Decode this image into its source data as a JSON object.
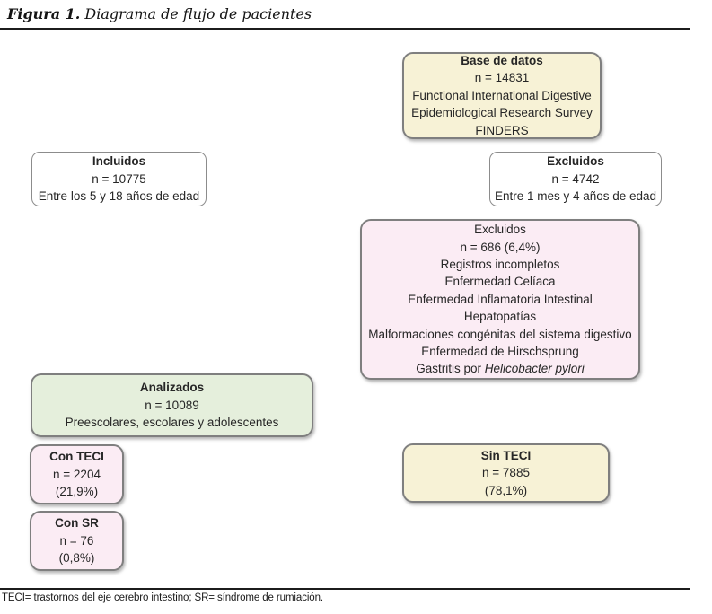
{
  "figure": {
    "label": "Figura 1.",
    "title": "Diagrama de flujo de pacientes",
    "footnote": "TECI= trastornos del eje cerebro intestino; SR= síndrome de rumiación."
  },
  "colors": {
    "cream_fill": "#f7f2d6",
    "pink_fill": "#fbecf4",
    "green_fill": "#e5efdc",
    "white_fill": "#ffffff",
    "box_border": "#7f7f7f",
    "text": "#262626"
  },
  "boxes": {
    "base_datos": {
      "title": "Base de datos",
      "lines": [
        "n = 14831",
        "Functional International Digestive",
        "Epidemiological Research Survey",
        "FINDERS"
      ]
    },
    "incluidos": {
      "title": "Incluidos",
      "lines": [
        "n = 10775",
        "Entre los 5 y 18 años de edad"
      ]
    },
    "excluidos_edad": {
      "title": "Excluidos",
      "lines": [
        "n = 4742",
        "Entre 1 mes y 4 años de edad"
      ]
    },
    "excluidos_criterios": {
      "lines": [
        "Excluidos",
        "n = 686 (6,4%)",
        "Registros incompletos",
        "Enfermedad Celíaca",
        "Enfermedad Inflamatoria Intestinal",
        "Hepatopatías",
        "Malformaciones congénitas del sistema digestivo",
        "Enfermedad de Hirschsprung"
      ],
      "last_line": {
        "prefix": "Gastritis por ",
        "italic": "Helicobacter pylori"
      }
    },
    "analizados": {
      "title": "Analizados",
      "lines": [
        "n = 10089",
        "Preescolares, escolares y adolescentes"
      ]
    },
    "con_teci": {
      "title": "Con TECI",
      "lines": [
        "n = 2204",
        "(21,9%)"
      ]
    },
    "con_sr": {
      "title": "Con SR",
      "lines": [
        "n = 76",
        "(0,8%)"
      ]
    },
    "sin_teci": {
      "title": "Sin TECI",
      "lines": [
        "n = 7885",
        "(78,1%)"
      ]
    }
  }
}
